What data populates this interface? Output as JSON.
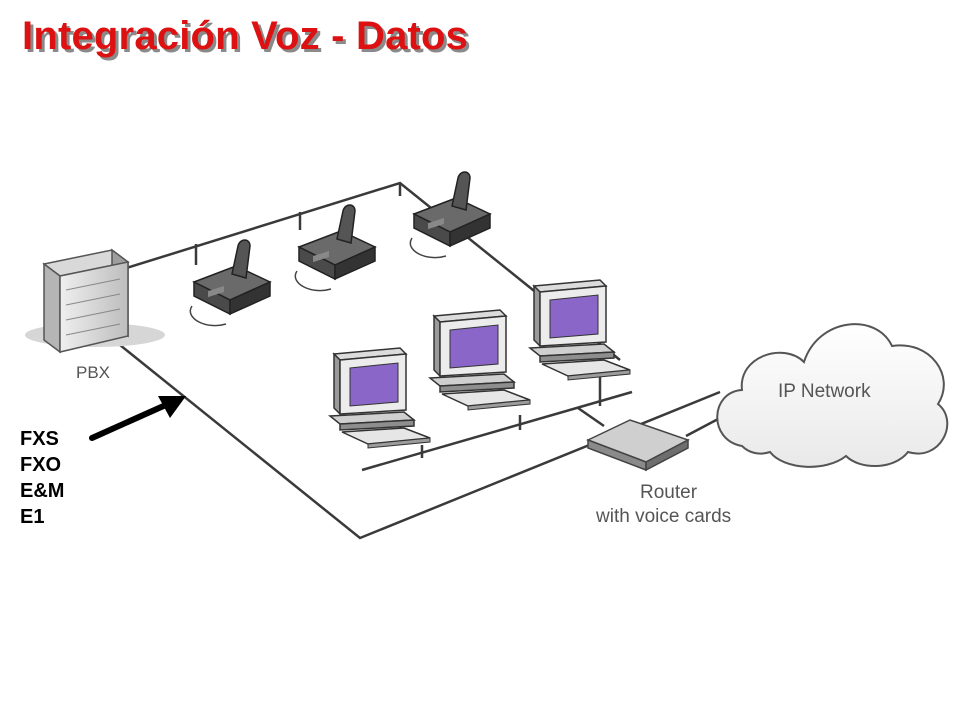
{
  "title": "Integración Voz - Datos",
  "interfaces": [
    "FXS",
    "FXO",
    "E&M",
    "E1"
  ],
  "diagram": {
    "pbx_label": "PBX",
    "cloud_label": "IP Network",
    "router_label_line1": "Router",
    "router_label_line2": "with voice cards"
  },
  "colors": {
    "title": "#dd1111",
    "screen": "#8a66c8",
    "device": "#4a4a4a"
  }
}
